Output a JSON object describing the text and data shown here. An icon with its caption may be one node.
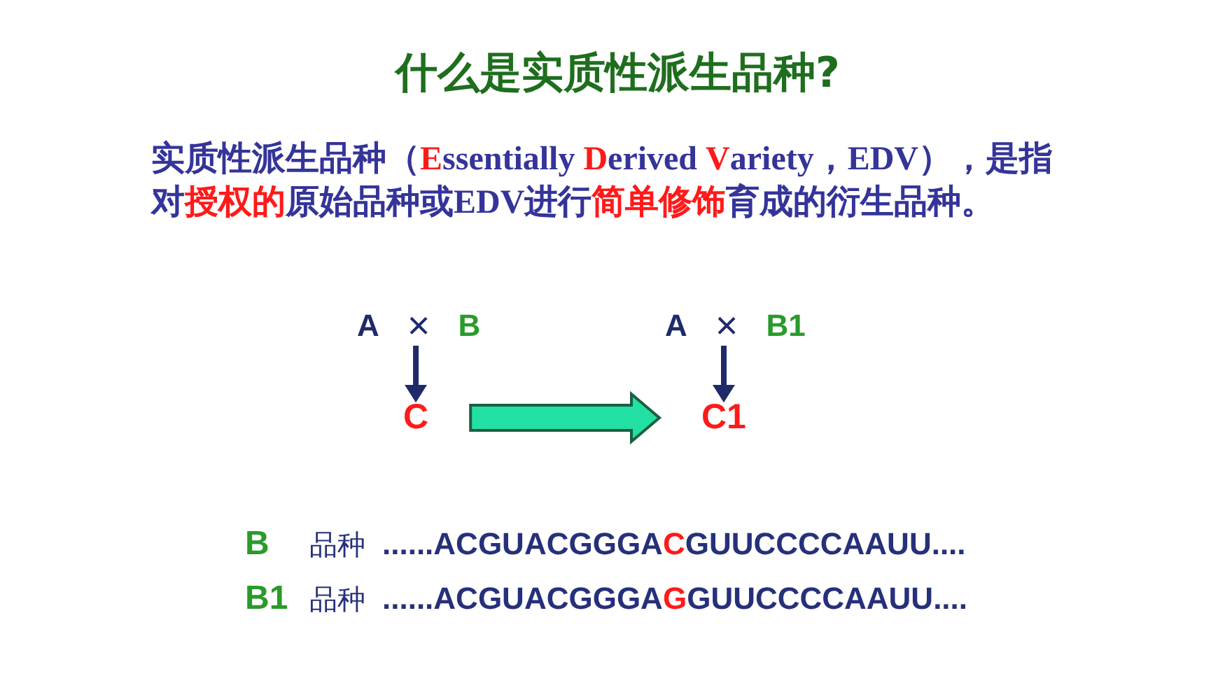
{
  "diagram": {
    "title": "什么是实质性派生品种?",
    "nodes": [
      {
        "text": [
          "A",
          "×",
          "B"
        ]
      },
      {
        "text": [
          "C"
        ]
      },
      {
        "text": [
          "A",
          "×",
          "B1"
        ]
      },
      {
        "text": [
          "C1"
        ]
      }
    ],
    "edges": [
      {
        "from": 0,
        "to": 1,
        "arrow": "to"
      },
      {
        "from": 1,
        "to": 3,
        "arrow": "to",
        "style": "thick",
        "color": "#22e0a4"
      },
      {
        "from": 2,
        "to": 3,
        "arrow": "to"
      }
    ],
    "labels": [
      "实质性派生品种（**E**ssentially **D**erived **V**ariety，EDV），是指对**授权的**原始品种或EDV进行**简单修饰**育成的衍生品种。",
      "B",
      "品种",
      "......ACGUACGGGA**C**GUUCCCCAAUU....",
      "B1",
      "品种",
      "......ACGUACGGGA**G**GUUCCCCAAUU...."
    ]
  }
}
